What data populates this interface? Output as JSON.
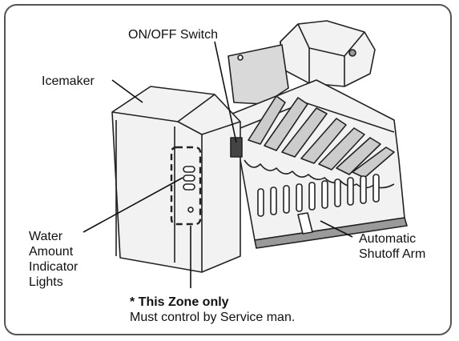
{
  "labels": {
    "on_off_switch": "ON/OFF Switch",
    "icemaker": "Icemaker",
    "water_amount": [
      "Water",
      "Amount",
      "Indicator",
      "Lights"
    ],
    "automatic_shutoff": [
      "Automatic",
      "Shutoff Arm"
    ],
    "zone_title": "* This Zone only",
    "zone_note": "Must control by Service man."
  },
  "colors": {
    "stroke": "#222222",
    "fill_light": "#f2f2f2",
    "fill_mid": "#d9d9d9",
    "fill_dark": "#9a9a9a",
    "frame": "#555555"
  }
}
